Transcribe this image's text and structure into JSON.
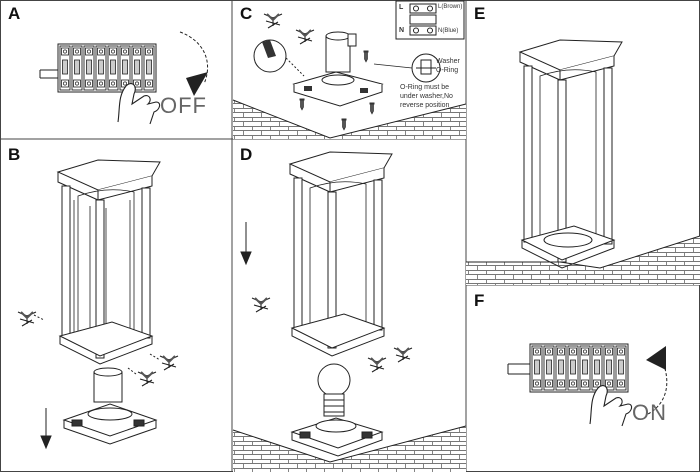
{
  "panels": [
    {
      "id": "A",
      "label": "A",
      "caption": "OFF"
    },
    {
      "id": "B",
      "label": "B"
    },
    {
      "id": "C",
      "label": "C"
    },
    {
      "id": "D",
      "label": "D"
    },
    {
      "id": "E",
      "label": "E"
    },
    {
      "id": "F",
      "label": "F",
      "caption": "ON"
    }
  ],
  "wiring": {
    "terminals": [
      "L",
      "N"
    ],
    "wire_labels": [
      "L(Brown)",
      "N(Blue)"
    ],
    "part_labels": [
      "Washer",
      "O-Ring"
    ],
    "warning_lines": [
      "O-Ring must be",
      "under washer,No",
      "reverse position"
    ]
  },
  "colors": {
    "line": "#222222",
    "brick": "#777777",
    "dark": "#333333"
  }
}
